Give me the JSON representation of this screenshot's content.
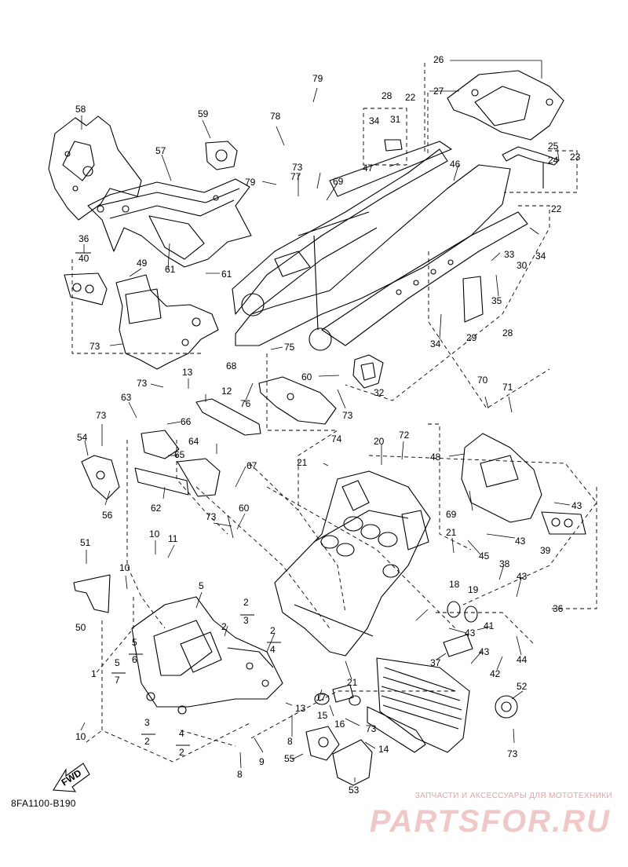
{
  "diagram": {
    "drawing_code": "8FA1100-B190",
    "direction_arrow_label": "FWD",
    "callouts": [
      "1",
      "2",
      "3",
      "4",
      "5",
      "6",
      "7",
      "8",
      "9",
      "10",
      "11",
      "12",
      "13",
      "14",
      "15",
      "16",
      "17",
      "18",
      "19",
      "20",
      "21",
      "22",
      "23",
      "24",
      "25",
      "26",
      "27",
      "28",
      "29",
      "30",
      "31",
      "32",
      "33",
      "34",
      "35",
      "36",
      "37",
      "38",
      "39",
      "40",
      "41",
      "42",
      "43",
      "44",
      "45",
      "46",
      "47",
      "48",
      "49",
      "50",
      "51",
      "52",
      "53",
      "54",
      "55",
      "56",
      "57",
      "58",
      "59",
      "60",
      "61",
      "62",
      "63",
      "64",
      "65",
      "66",
      "67",
      "68",
      "69",
      "70",
      "71",
      "72",
      "73",
      "74",
      "75",
      "76",
      "77",
      "78",
      "79"
    ]
  },
  "watermark": {
    "line1": "ЗАПЧАСТИ И АКСЕССУАРЫ ДЛЯ МОТОТЕХНИКИ",
    "line2": "PARTSFOR.RU"
  }
}
